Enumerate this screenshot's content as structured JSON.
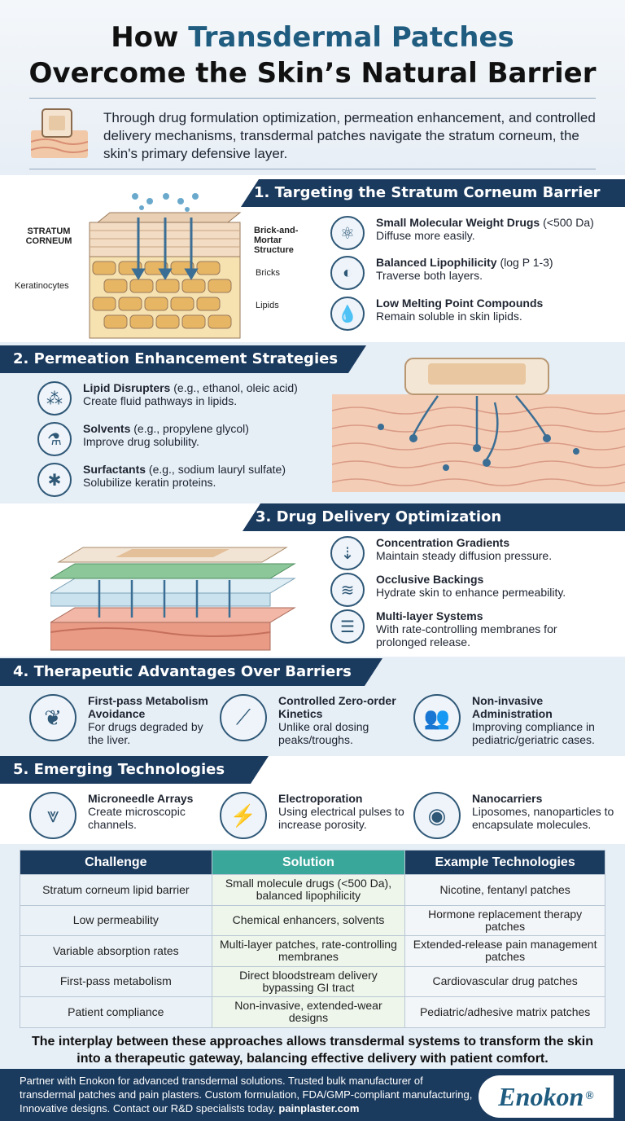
{
  "title": {
    "line1_prefix": "How ",
    "line1_accent": "Transdermal Patches",
    "line2": "Overcome the Skin’s Natural Barrier"
  },
  "intro": "Through drug formulation optimization, permeation enhancement, and controlled delivery mechanisms, transdermal patches navigate the stratum corneum, the skin's primary defensive layer.",
  "s1": {
    "heading": "1. Targeting the Stratum Corneum Barrier",
    "labels": {
      "sc": "STRATUM CORNEUM",
      "kera": "Keratinocytes",
      "bm": "Brick-and-Mortar Structure",
      "bricks": "Bricks",
      "lipids": "Lipids"
    },
    "items": [
      {
        "icon": "molecule-icon",
        "title": "Small Molecular Weight Drugs",
        "title_suffix": " (<500 Da)",
        "desc": "Diffuse more easily."
      },
      {
        "icon": "lipophilicity-icon",
        "title": "Balanced Lipophilicity",
        "title_suffix": " (log P 1-3)",
        "desc": "Traverse both layers."
      },
      {
        "icon": "droplet-icon",
        "title": "Low Melting Point Compounds",
        "title_suffix": "",
        "desc": "Remain soluble in skin lipids."
      }
    ]
  },
  "s2": {
    "heading": "2. Permeation Enhancement Strategies",
    "items": [
      {
        "icon": "lipid-disrupter-icon",
        "title": "Lipid Disrupters",
        "title_suffix": " (e.g., ethanol, oleic acid)",
        "desc": "Create fluid pathways in lipids."
      },
      {
        "icon": "solvent-icon",
        "title": "Solvents",
        "title_suffix": " (e.g., propylene glycol)",
        "desc": "Improve drug solubility."
      },
      {
        "icon": "surfactant-icon",
        "title": "Surfactants",
        "title_suffix": " (e.g., sodium lauryl sulfate)",
        "desc": "Solubilize keratin proteins."
      }
    ]
  },
  "s3": {
    "heading": "3. Drug Delivery Optimization",
    "items": [
      {
        "icon": "gradient-icon",
        "title": "Concentration Gradients",
        "desc": "Maintain steady diffusion pressure."
      },
      {
        "icon": "occlusive-icon",
        "title": "Occlusive Backings",
        "desc": "Hydrate skin to enhance permeability."
      },
      {
        "icon": "multilayer-icon",
        "title": "Multi-layer Systems",
        "desc": "With rate-controlling membranes for prolonged release."
      }
    ]
  },
  "s4": {
    "heading": "4. Therapeutic Advantages Over Barriers",
    "items": [
      {
        "icon": "liver-icon",
        "title": "First-pass Metabolism Avoidance",
        "desc": "For drugs degraded by the liver."
      },
      {
        "icon": "zero-order-graph-icon",
        "title": "Controlled Zero-order Kinetics",
        "desc": "Unlike oral dosing peaks/troughs."
      },
      {
        "icon": "patients-icon",
        "title": "Non-invasive Administration",
        "desc": "Improving compliance in pediatric/geriatric cases."
      }
    ]
  },
  "s5": {
    "heading": "5. Emerging Technologies",
    "items": [
      {
        "icon": "microneedle-icon",
        "title": "Microneedle Arrays",
        "desc": "Create microscopic channels."
      },
      {
        "icon": "lightning-icon",
        "title": "Electroporation",
        "desc": "Using electrical pulses to increase porosity."
      },
      {
        "icon": "nanocarrier-icon",
        "title": "Nanocarriers",
        "desc": "Liposomes, nanoparticles to encapsulate molecules."
      }
    ]
  },
  "table": {
    "headers": [
      "Challenge",
      "Solution",
      "Example Technologies"
    ],
    "header_colors": [
      "#1a3a5e",
      "#3aa79b",
      "#1a3a5e"
    ],
    "rows": [
      [
        "Stratum corneum lipid barrier",
        "Small molecule drugs (<500 Da), balanced lipophilicity",
        "Nicotine, fentanyl patches"
      ],
      [
        "Low permeability",
        "Chemical enhancers, solvents",
        "Hormone replacement therapy patches"
      ],
      [
        "Variable absorption rates",
        "Multi-layer patches, rate-controlling membranes",
        "Extended-release pain management patches"
      ],
      [
        "First-pass metabolism",
        "Direct bloodstream delivery bypassing GI tract",
        "Cardiovascular drug patches"
      ],
      [
        "Patient compliance",
        "Non-invasive, extended-wear designs",
        "Pediatric/adhesive matrix patches"
      ]
    ]
  },
  "conclusion": "The interplay between these approaches allows transdermal systems to transform the skin into a therapeutic gateway, balancing effective delivery with patient comfort.",
  "footer": {
    "text": "Partner with Enokon for advanced transdermal solutions. Trusted bulk manufacturer of transdermal patches and pain plasters. Custom formulation, FDA/GMP-compliant manufacturing, Innovative designs. Contact our R&D specialists today. ",
    "link": "painplaster.com",
    "logo": "Enokon",
    "logo_mark": "®"
  },
  "colors": {
    "navy": "#1a3a5e",
    "accent": "#1f5c7f",
    "teal": "#3aa79b"
  }
}
